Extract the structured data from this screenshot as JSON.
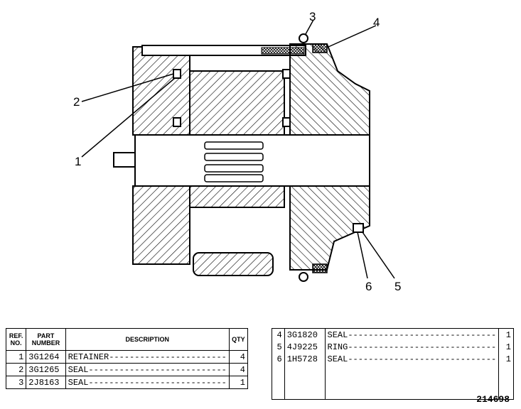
{
  "callouts": [
    "1",
    "2",
    "3",
    "4",
    "5",
    "6"
  ],
  "table_headers": {
    "ref_no": "REF. NO.",
    "part_number": "PART NUMBER",
    "description": "DESCRIPTION",
    "qty": "QTY"
  },
  "parts_left": [
    {
      "ref": "1",
      "part": "3G1264",
      "desc": "RETAINER-----------------------",
      "qty": "4"
    },
    {
      "ref": "2",
      "part": "3G1265",
      "desc": "SEAL---------------------------",
      "qty": "4"
    },
    {
      "ref": "3",
      "part": "2J8163",
      "desc": "SEAL---------------------------",
      "qty": "1"
    }
  ],
  "parts_right": [
    {
      "ref": "4",
      "part": "3G1820",
      "desc": "SEAL-----------------------------",
      "qty": "1"
    },
    {
      "ref": "5",
      "part": "4J9225",
      "desc": "RING-----------------------------",
      "qty": "1"
    },
    {
      "ref": "6",
      "part": "1H5728",
      "desc": "SEAL-----------------------------",
      "qty": "1"
    }
  ],
  "drawing_number": "214698"
}
